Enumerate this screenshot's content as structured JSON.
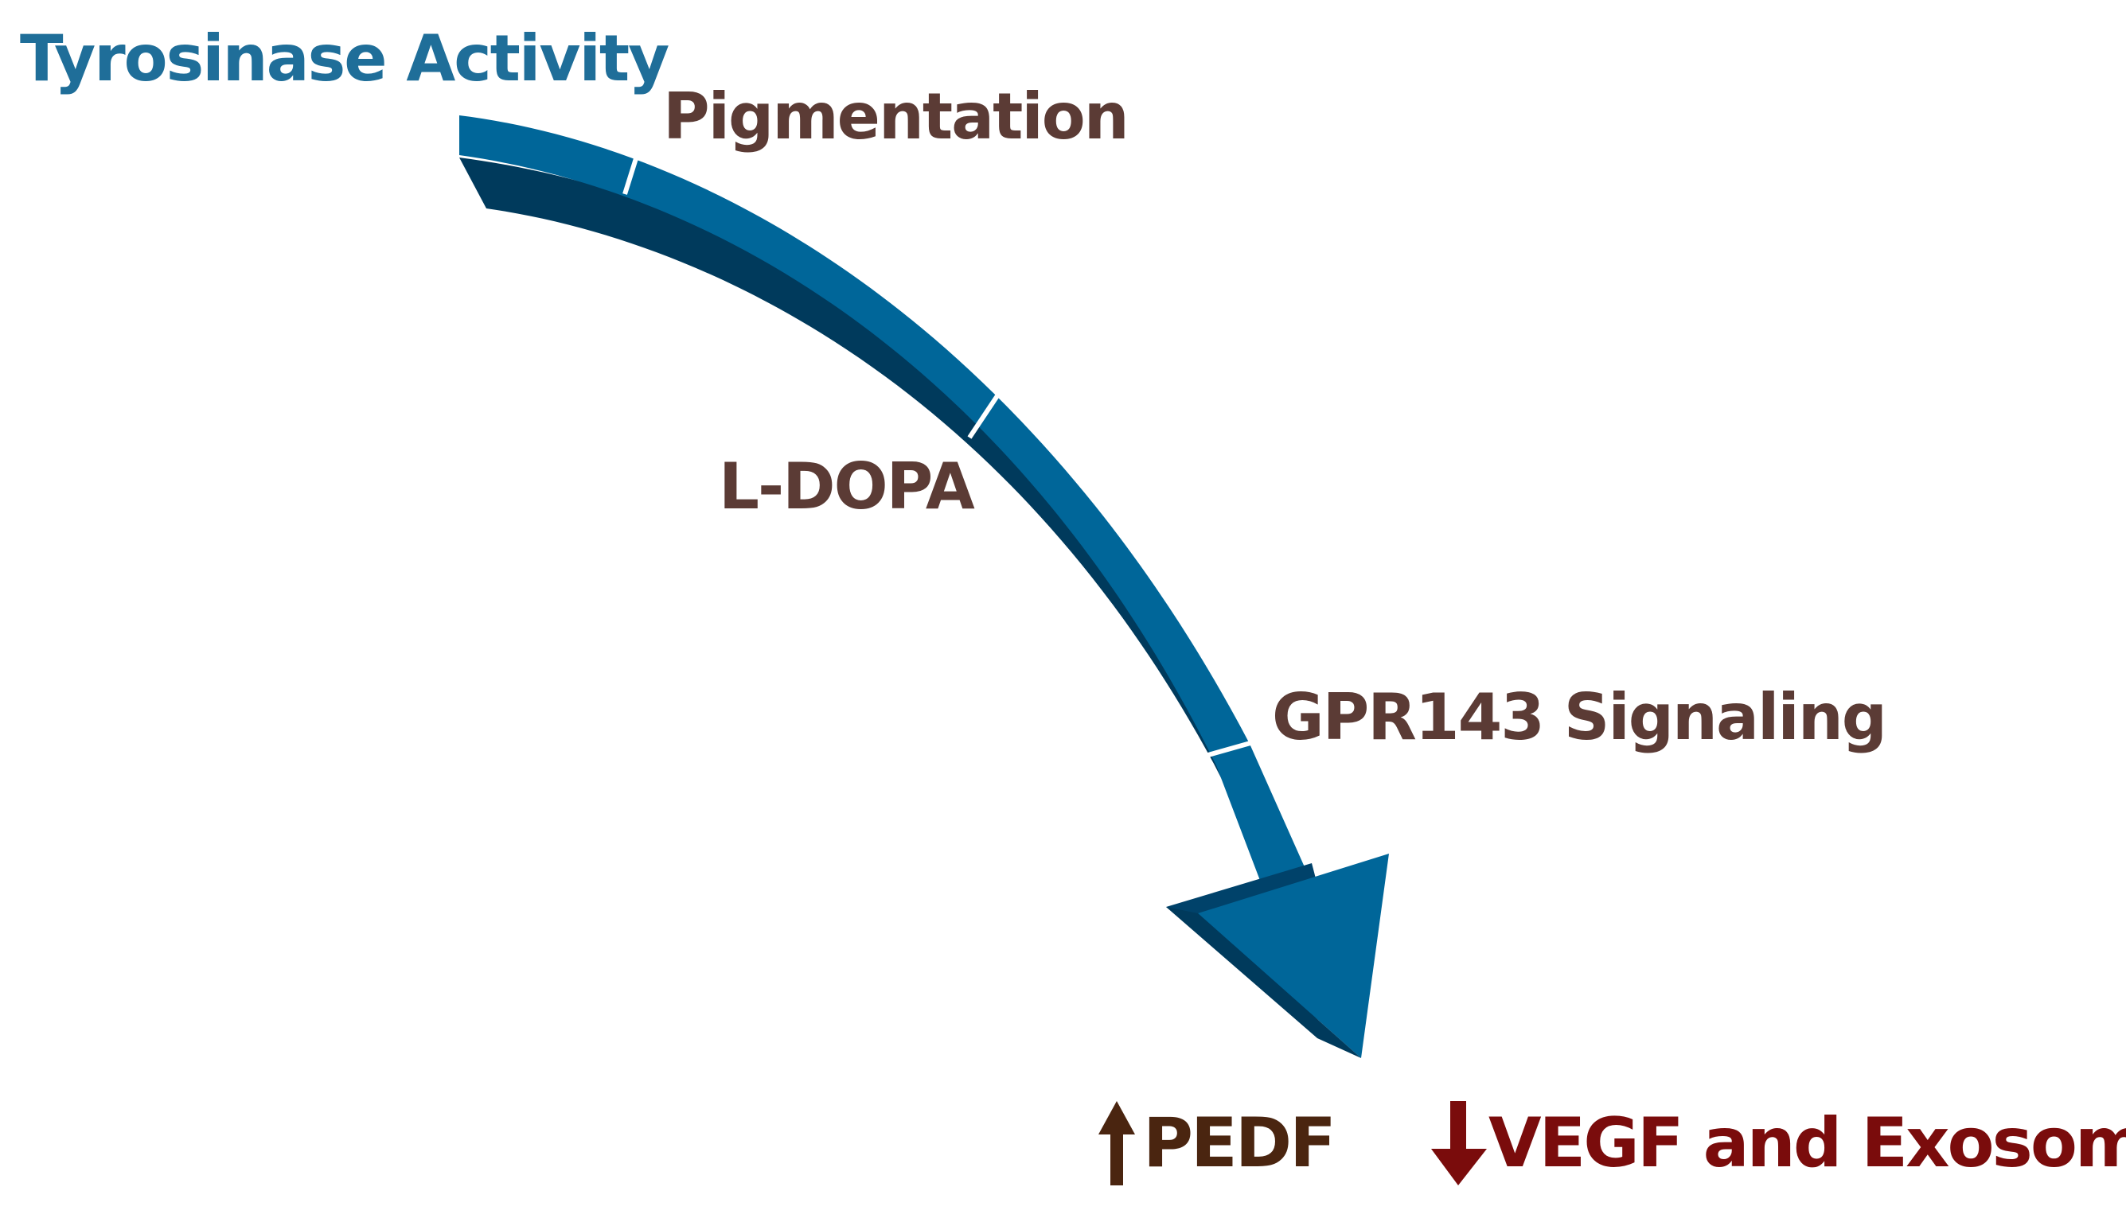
{
  "title": "Tyrosinase Activity",
  "steps": [
    {
      "label": "Pigmentation"
    },
    {
      "label": "L-DOPA"
    },
    {
      "label": "GPR143 Signaling"
    }
  ],
  "outcomes": [
    {
      "direction": "up",
      "label": "PEDF"
    },
    {
      "direction": "down",
      "label": "VEGF and Exosomes"
    }
  ],
  "colors": {
    "title": "#1f6e99",
    "step_label": "#5b3b35",
    "arrow_top": "#006699",
    "arrow_side": "#003a5c",
    "arrow_head_side": "#00426a",
    "up_arrow": "#4a2510",
    "outcome_up_text": "#4a2510",
    "outcome_down": "#7a0c0c"
  }
}
